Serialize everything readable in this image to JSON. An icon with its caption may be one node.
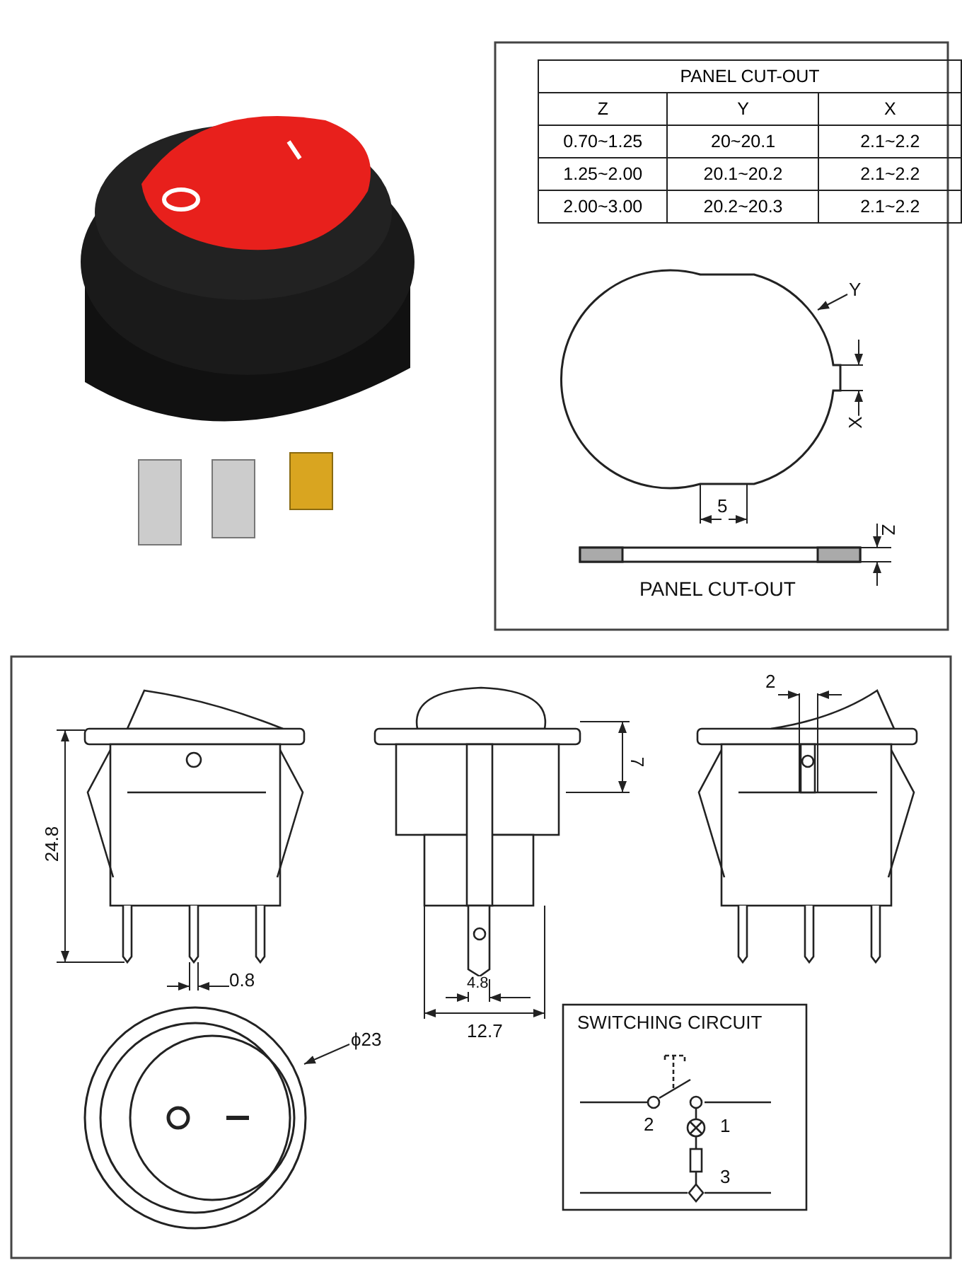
{
  "diagram": {
    "nodes": [
      {
        "text": [
          "Y"
        ]
      },
      {
        "text": [
          "ϕ23"
        ]
      },
      {
        "text": [],
        "shape": "circle"
      },
      {
        "text": [],
        "shape": "circle"
      }
    ],
    "edges": [
      {
        "from": 0,
        "to": 2,
        "arrow": "to"
      },
      {
        "from": 1,
        "to": 3,
        "arrow": "to"
      }
    ],
    "labels": [
      "PANEL CUT-OUT",
      "Z",
      "Y",
      "X",
      "0.70~1.25",
      "20~20.1",
      "2.1~2.2",
      "1.25~2.00",
      "20.1~20.2",
      "2.1~2.2",
      "2.00~3.00",
      "20.2~20.3",
      "2.1~2.2",
      "X",
      "5",
      "Z",
      "PANEL CUT-OUT",
      "24.8",
      "7",
      "2",
      "0.8",
      "4.8",
      "12.7",
      "SWITCHING CIRCUIT",
      "2",
      "1",
      "3"
    ]
  }
}
